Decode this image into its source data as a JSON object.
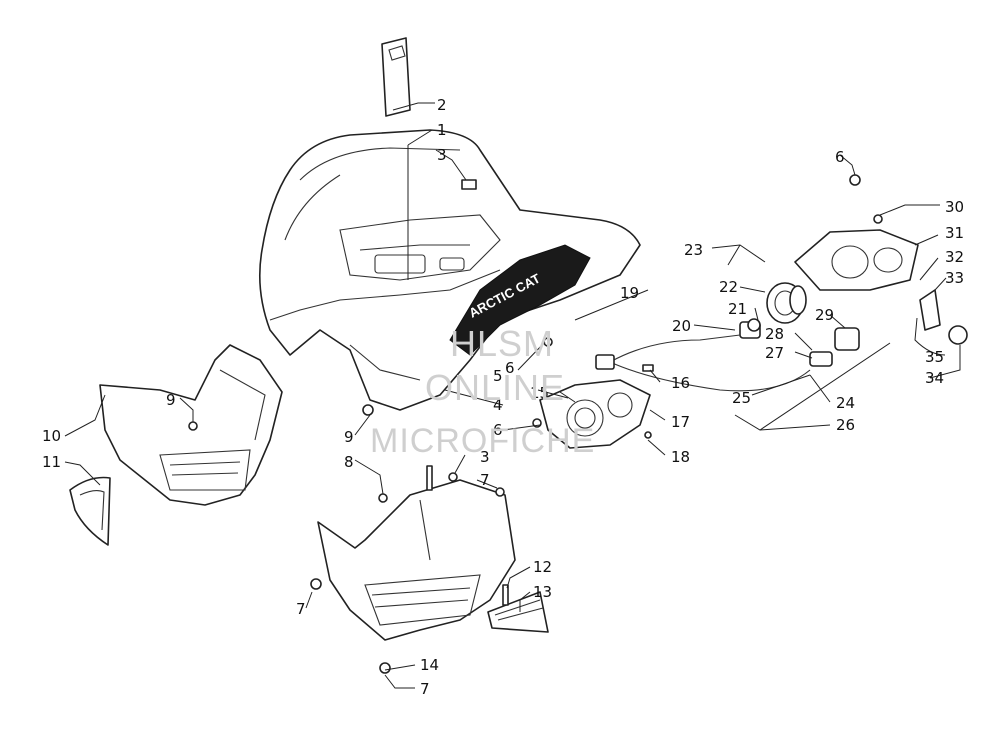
{
  "logo_text": "ARCTIC CAT",
  "watermark": {
    "line1": "HLSM",
    "line2": "ONLINE",
    "line3": "MICROFICHE"
  },
  "callouts": [
    {
      "id": "c2",
      "label": "2"
    },
    {
      "id": "c1",
      "label": "1"
    },
    {
      "id": "c3a",
      "label": "3"
    },
    {
      "id": "c6a",
      "label": "6"
    },
    {
      "id": "c30",
      "label": "30"
    },
    {
      "id": "c31",
      "label": "31"
    },
    {
      "id": "c23",
      "label": "23"
    },
    {
      "id": "c32",
      "label": "32"
    },
    {
      "id": "c33",
      "label": "33"
    },
    {
      "id": "c22",
      "label": "22"
    },
    {
      "id": "c19",
      "label": "19"
    },
    {
      "id": "c21",
      "label": "21"
    },
    {
      "id": "c29",
      "label": "29"
    },
    {
      "id": "c20",
      "label": "20"
    },
    {
      "id": "c28",
      "label": "28"
    },
    {
      "id": "c27",
      "label": "27"
    },
    {
      "id": "c35",
      "label": "35"
    },
    {
      "id": "c34",
      "label": "34"
    },
    {
      "id": "c6b",
      "label": "6"
    },
    {
      "id": "c5",
      "label": "5"
    },
    {
      "id": "c16",
      "label": "16"
    },
    {
      "id": "c15",
      "label": "15"
    },
    {
      "id": "c25",
      "label": "25"
    },
    {
      "id": "c24",
      "label": "24"
    },
    {
      "id": "c9a",
      "label": "9"
    },
    {
      "id": "c4",
      "label": "4"
    },
    {
      "id": "c17",
      "label": "17"
    },
    {
      "id": "c26",
      "label": "26"
    },
    {
      "id": "c10",
      "label": "10"
    },
    {
      "id": "c9b",
      "label": "9"
    },
    {
      "id": "c6c",
      "label": "6"
    },
    {
      "id": "c11",
      "label": "11"
    },
    {
      "id": "c8",
      "label": "8"
    },
    {
      "id": "c3b",
      "label": "3"
    },
    {
      "id": "c18",
      "label": "18"
    },
    {
      "id": "c7a",
      "label": "7"
    },
    {
      "id": "c12",
      "label": "12"
    },
    {
      "id": "c13",
      "label": "13"
    },
    {
      "id": "c7b",
      "label": "7"
    },
    {
      "id": "c14",
      "label": "14"
    },
    {
      "id": "c7c",
      "label": "7"
    }
  ]
}
